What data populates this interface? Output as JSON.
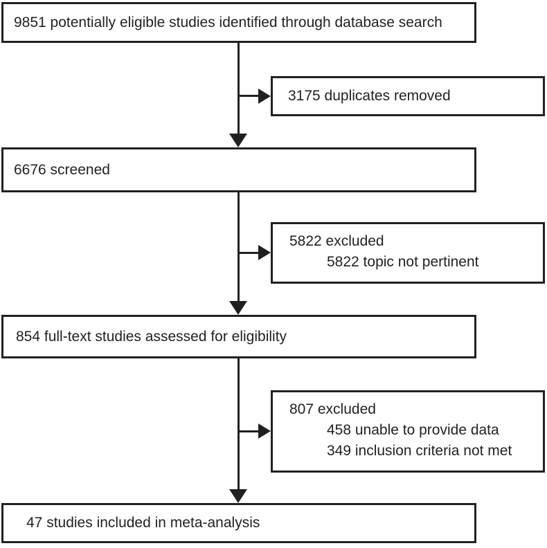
{
  "diagram": {
    "type": "flowchart",
    "colors": {
      "ink": "#231f20",
      "background": "#ffffff"
    },
    "nodes": {
      "identified": {
        "text": "9851 potentially eligible studies identified through database search"
      },
      "duplicates_removed": {
        "text": "3175 duplicates removed"
      },
      "screened": {
        "text": "6676 screened"
      },
      "excluded_screening": {
        "heading": "5822 excluded",
        "reason1": "5822 topic not pertinent"
      },
      "fulltext_assessed": {
        "text": "854 full-text studies assessed for eligibility"
      },
      "excluded_fulltext": {
        "heading": "807 excluded",
        "reason1": "458 unable to provide data",
        "reason2": "349 inclusion criteria not met"
      },
      "included": {
        "text": "47 studies included in meta-analysis"
      }
    }
  }
}
